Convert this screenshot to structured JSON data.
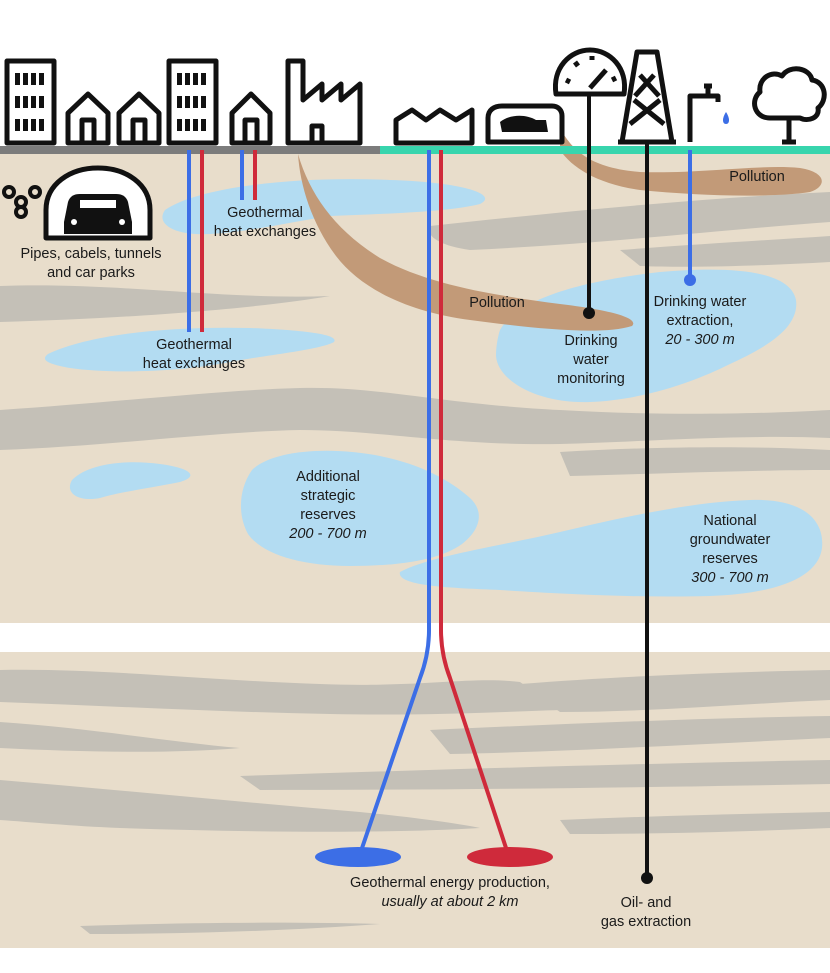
{
  "colors": {
    "ground": "#e8ddcb",
    "layer": "#c4c0b7",
    "water": "#b3dcf2",
    "pollution": "#c29a78",
    "surface_urban": "#7c7c7c",
    "surface_rural": "#38d5ad",
    "pipe_cold": "#3c6ee6",
    "pipe_hot": "#cf2a3b",
    "pipe_oil": "#111111",
    "icon_stroke": "#111111",
    "tap_drop": "#3c6ee6"
  },
  "icons": [
    "office-building-icon",
    "house-icon",
    "factory-icon",
    "farm-building-icon",
    "livestock-trailer-icon",
    "pressure-gauge-icon",
    "oil-derrick-icon",
    "water-tap-icon",
    "tree-icon",
    "car-tunnel-icon",
    "cable-pipes-icon"
  ],
  "labels": {
    "pipes_cables": {
      "line1": "Pipes, cabels, tunnels",
      "line2": "and car parks"
    },
    "geo_upper": {
      "line1": "Geothermal",
      "line2": "heat exchanges"
    },
    "geo_lower": {
      "line1": "Geothermal",
      "line2": "heat exchanges"
    },
    "pollution_right": "Pollution",
    "pollution_middle": "Pollution",
    "drinking_monitoring": {
      "line1": "Drinking",
      "line2": "water",
      "line3": "monitoring"
    },
    "drinking_extraction": {
      "line1": "Drinking water",
      "line2": "extraction,",
      "line3": "20 - 300 m"
    },
    "strategic_reserves": {
      "line1": "Additional",
      "line2": "strategic",
      "line3": "reserves",
      "line4": "200 - 700 m"
    },
    "national_reserves": {
      "line1": "National",
      "line2": "groundwater",
      "line3": "reserves",
      "line4": "300 - 700 m"
    },
    "geo_energy": {
      "line1": "Geothermal energy production,",
      "line2": "usually at about 2 km"
    },
    "oil_gas": {
      "line1": "Oil- and",
      "line2": "gas extraction"
    }
  }
}
